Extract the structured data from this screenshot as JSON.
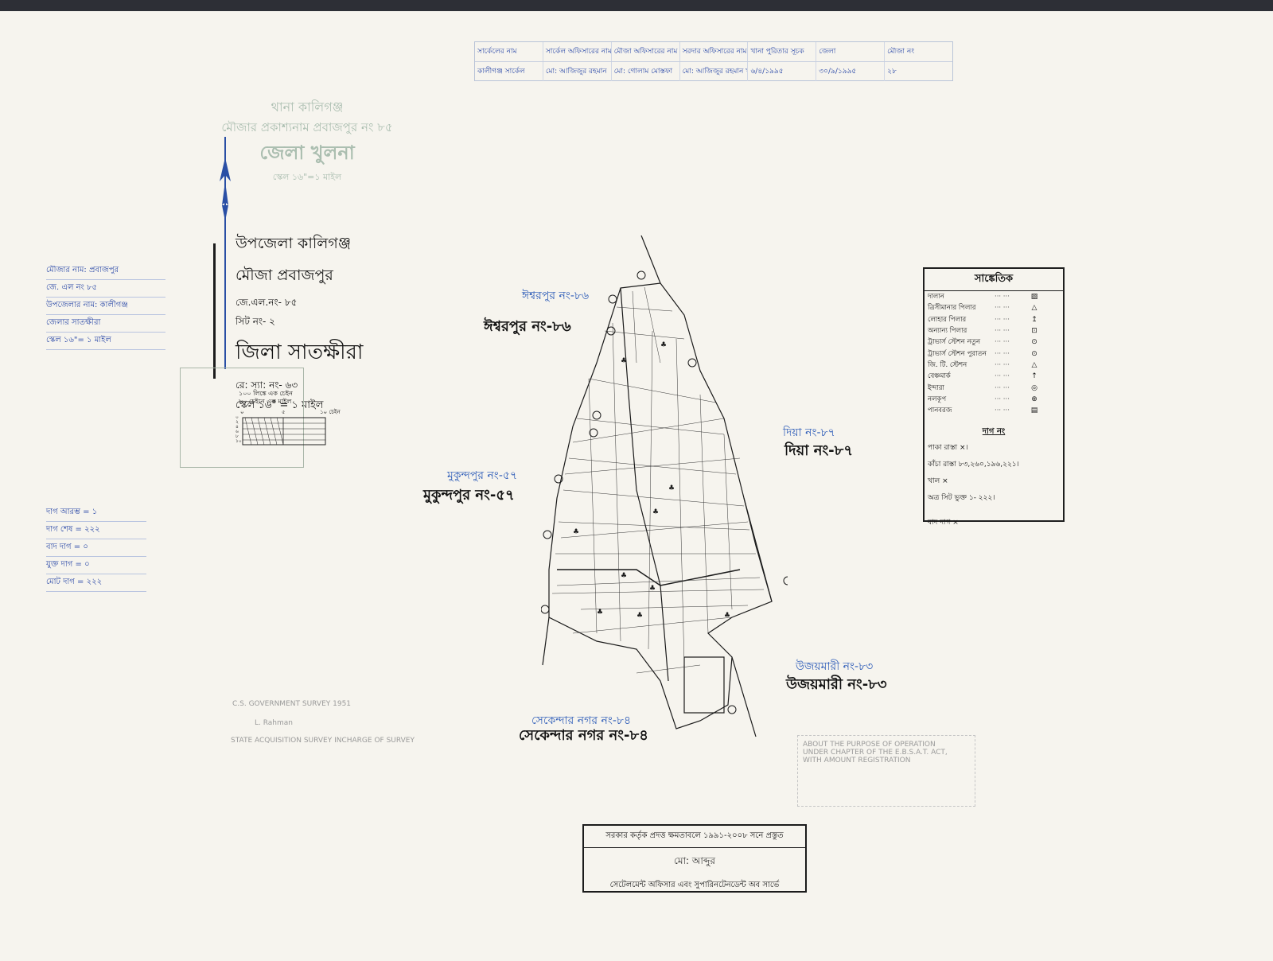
{
  "header": {
    "row1": [
      "সার্কেলের নাম",
      "সার্কেল অফিসারের নাম",
      "মৌজা অফিসারের নাম",
      "সরদার অফিসারের নাম",
      "খানা পুরিতার সূচক",
      "জেলা",
      "মৌজা নং"
    ],
    "row2": [
      "কালীগঞ্জ সার্কেল",
      "মো: আজিজুর রহমান",
      "মো: গোলাম মোস্তফা",
      "মো: আজিজুর রহমান খান",
      "৬/৪/১৯৯৫",
      "৩০/৯/১৯৯৫",
      "২৮"
    ]
  },
  "stamp": {
    "line1": "থানা কালিগঞ্জ",
    "line2": "মৌজার প্রকাশ্যনাম প্রবাজপুর নং ৮৫",
    "line3": "জেলা খুলনা",
    "line4": "স্কেল ১৬\"=১ মাইল"
  },
  "title": {
    "upazila": "উপজেলা কালিগঞ্জ",
    "mouza": "মৌজা প্রবাজপুর",
    "jl": "জে.এল.নং- ৮৫",
    "sheet": "সিট নং- ২",
    "district": "জিলা সাতক্ষীরা",
    "ry": "রে: স্যা: নং- ৬৩",
    "scale": "স্কেল ১৬\" = ১ মাইল"
  },
  "scale_box": {
    "note1": "১০০ লিঙ্কে এক চেইন",
    "note2": "৮০ চেইনে এক মাইল",
    "tick_start": "০",
    "tick_mid": "৫",
    "tick_end": "১০ চেইন",
    "rows": [
      "০",
      "২",
      "৪",
      "৬",
      "৮",
      "১০"
    ]
  },
  "left_notes_1": [
    "মৌজার নাম: প্রবাজপুর",
    "জে. এল নং ৮৫",
    "উপজেলার নাম: কালীগঞ্জ",
    "জেলার সাতক্ষীরা",
    "স্কেল ১৬\"= ১ মাইল"
  ],
  "left_notes_2": [
    "দাগ আরম্ভ = ১",
    "দাগ শেষ = ২২২",
    "বাদ দাগ = ০",
    "যুক্ত দাগ = ০",
    "মোট দাগ = ২২২"
  ],
  "neighbours": {
    "north_blue": "ঈশ্বরপুর নং-৮৬",
    "north_black": "ঈশ্বরপুর নং-৮৬",
    "west_blue": "মুকুন্দপুর নং-৫৭",
    "west_black": "মুকুন্দপুর নং-৫৭",
    "east_blue": "দিয়া নং-৮৭",
    "east_black": "দিয়া নং-৮৭",
    "se_blue": "উজয়মারী নং-৮৩",
    "se_black": "উজয়মারী নং-৮৩",
    "south_blue": "সেকেন্দার নগর নং-৮৪",
    "south_black": "সেকেন্দার নগর নং-৮৪"
  },
  "legend": {
    "title": "সাঙ্কেতিক",
    "items": [
      {
        "label": "দালান",
        "sym": "▨"
      },
      {
        "label": "ত্রিসীমানার পিলার",
        "sym": "△"
      },
      {
        "label": "লোহার পিলার",
        "sym": "↥"
      },
      {
        "label": "অন্যান্য পিলার",
        "sym": "⊡"
      },
      {
        "label": "ট্রাভার্স স্টেশন নতুন",
        "sym": "⊙"
      },
      {
        "label": "ট্রাভার্স স্টেশন পুরাতন",
        "sym": "⊙"
      },
      {
        "label": "জি. টি. স্টেশন",
        "sym": "△"
      },
      {
        "label": "বেঞ্চমার্ক",
        "sym": "↑"
      },
      {
        "label": "ইন্দারা",
        "sym": "◎"
      },
      {
        "label": "নলকূপ",
        "sym": "⊕"
      },
      {
        "label": "পানবরজ",
        "sym": "▤"
      }
    ],
    "dag_title": "দাগ নং",
    "dag_rows": [
      "পাকা রাস্তা ×।",
      "কাঁচা রাস্তা ৮৩,২৬০,১৯৬,২২১।",
      "খাল ×",
      "অত্র সিট ভুক্ত ১- ২২২।",
      "বাদ দাগ ×"
    ]
  },
  "certificate": {
    "top": "সরকার কর্তৃক প্রদত্ত ক্ষমতাবলে ১৯৯১-২০০৮ সনে প্রস্তুত",
    "signature": "মো: আব্দুর",
    "bottom": "সেটেলমেন্ট অফিসার এবং সুপারিনটেনডেন্ট অব সার্ভে"
  },
  "faint_stamp": {
    "l1": "ABOUT THE PURPOSE OF OPERATION",
    "l2": "UNDER CHAPTER OF THE E.B.S.A.T. ACT,",
    "l3": "WITH AMOUNT REGISTRATION"
  },
  "faint_notes": {
    "n1": "C.S. GOVERNMENT SURVEY 1951",
    "n2": "L. Rahman",
    "n3": "STATE ACQUISITION SURVEY INCHARGE OF SURVEY"
  }
}
